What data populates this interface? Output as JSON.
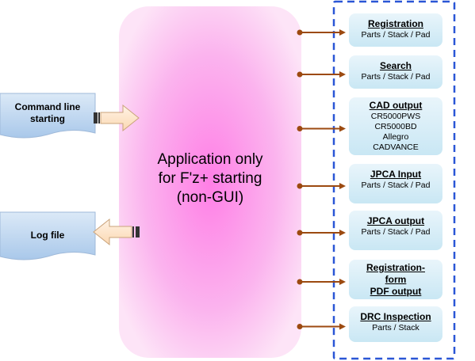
{
  "application": {
    "lines": [
      "Application only",
      "for F'z+ starting",
      "(non-GUI)"
    ]
  },
  "inputs": {
    "command_line": [
      "Command line",
      "starting"
    ],
    "log_file": "Log file"
  },
  "outputs": [
    {
      "title": [
        "Registration"
      ],
      "sub": [
        "Parts / Stack / Pad"
      ]
    },
    {
      "title": [
        "Search"
      ],
      "sub": [
        "Parts / Stack / Pad"
      ]
    },
    {
      "title": [
        "CAD output"
      ],
      "sub": [
        "CR5000PWS",
        "CR5000BD",
        "Allegro",
        "CADVANCE"
      ]
    },
    {
      "title": [
        "JPCA Input"
      ],
      "sub": [
        "Parts / Stack / Pad"
      ]
    },
    {
      "title": [
        "JPCA output"
      ],
      "sub": [
        "Parts / Stack / Pad"
      ]
    },
    {
      "title": [
        "Registration-",
        "form",
        "PDF output"
      ],
      "sub": []
    },
    {
      "title": [
        "DRC Inspection"
      ],
      "sub": [
        "Parts / Stack"
      ]
    }
  ],
  "colors": {
    "app_center": "#ff80e8",
    "app_edge": "#fde0f6",
    "box_top": "#e9f5fb",
    "box_bottom": "#c9e7f4",
    "dashed_border": "#2a56d6",
    "connector": "#9c4a10",
    "input_arrow_fill": "#fde6cf",
    "doc_fill": "#c7ddf3"
  }
}
